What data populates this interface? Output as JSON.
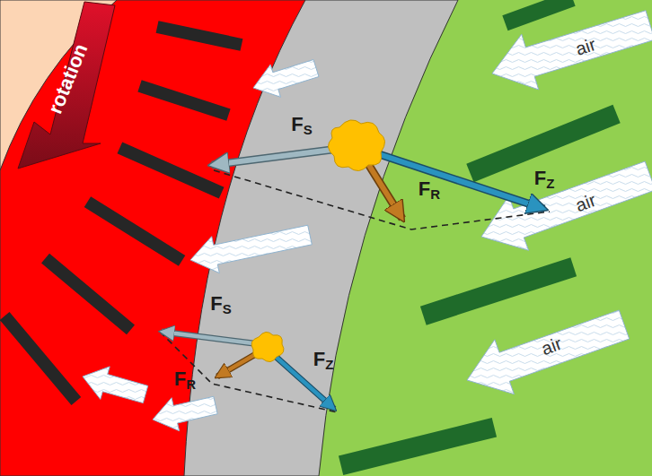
{
  "diagram": {
    "labels": [
      "rotation",
      "FS",
      "FR",
      "FZ",
      "FS",
      "FR",
      "FZ",
      "air",
      "air",
      "air"
    ]
  }
}
